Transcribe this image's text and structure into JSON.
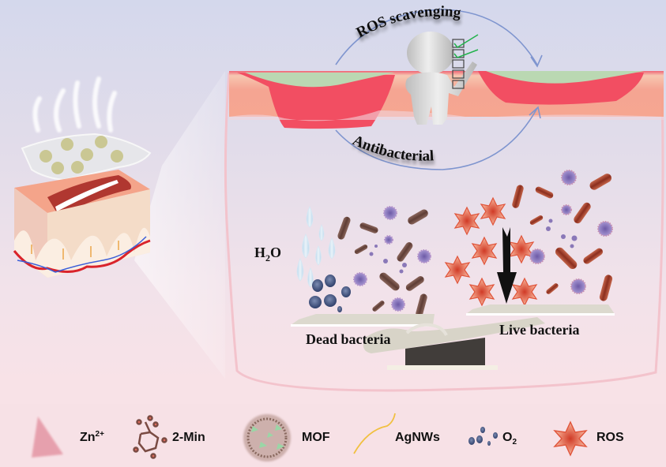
{
  "figure": {
    "type": "graphical-abstract",
    "labels": {
      "ros_scavenging": "ROS scavenging",
      "antibacterial": "Antibacterial",
      "water": "H",
      "water_sub": "2",
      "water_tail": "O",
      "dead_bacteria": "Dead bacteria",
      "live_bacteria": "Live bacteria"
    },
    "checklist": {
      "total": 5,
      "checked": 2
    }
  },
  "legend": {
    "items": [
      {
        "id": "zn",
        "label": "Zn",
        "sup": "2+",
        "icon": "pink-triangle-icon"
      },
      {
        "id": "min",
        "label": "2-Min",
        "icon": "molecule-icon"
      },
      {
        "id": "mof",
        "label": "MOF",
        "icon": "mof-cluster-icon"
      },
      {
        "id": "agnws",
        "label": "AgNWs",
        "icon": "nanowire-icon"
      },
      {
        "id": "o2",
        "label": "O",
        "sub": "2",
        "icon": "oxygen-bubbles-icon"
      },
      {
        "id": "ros",
        "label": "ROS",
        "icon": "ros-star-icon"
      }
    ]
  },
  "colors": {
    "wound_red": "#f2505e",
    "granulation_green": "#b8d9b0",
    "skin_pink": "#f7a08c",
    "bacteria_rod": "#6e4a42",
    "live_rod": "#9a3b2a",
    "virus": "#8a78b8",
    "ros_star": "#e2644a",
    "o2_blue": "#3d4f7a",
    "water_drop": "#cfe6f4",
    "arrow_blue": "#7f95cf"
  }
}
